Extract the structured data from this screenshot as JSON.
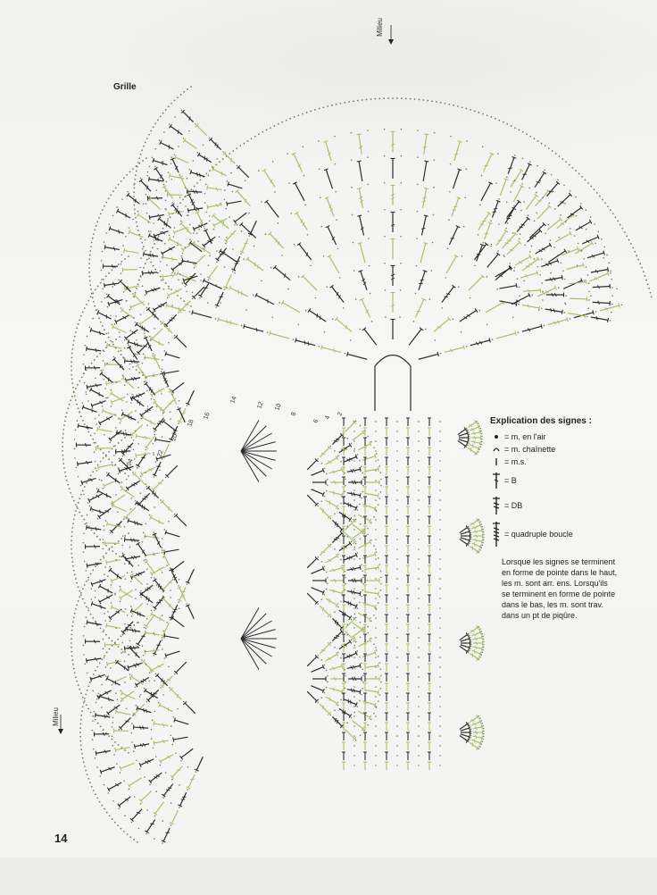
{
  "labels": {
    "grille": "Grille",
    "milieu_top": "Milieu",
    "milieu_left": "Milieu"
  },
  "legend": {
    "title": "Explication des signes :",
    "items": [
      {
        "symbol": "dot-icon",
        "text": "= m. en l'air"
      },
      {
        "symbol": "arc-icon",
        "text": "= m. chaînette"
      },
      {
        "symbol": "ms-icon",
        "text": "= m.s."
      },
      {
        "symbol": "treble-icon",
        "text": "= B"
      },
      {
        "symbol": "double-treble-icon",
        "text": "= DB"
      },
      {
        "symbol": "quadruple-icon",
        "text": "= quadruple boucle"
      }
    ],
    "note": "Lorsque les signes se terminent en forme de pointe dans le haut, les m. sont arr. ens. Lorsqu'ils se terminent en forme de pointe dans le bas, les m. sont trav. dans un pt de piqûre."
  },
  "round_numbers": [
    "2",
    "4",
    "6",
    "8",
    "10",
    "12",
    "14",
    "16",
    "18",
    "20",
    "22",
    "24"
  ],
  "page_number": "14",
  "colors": {
    "green": "#a9c06a",
    "dark": "#2b2b2b",
    "dots": "#6f7f5a"
  }
}
